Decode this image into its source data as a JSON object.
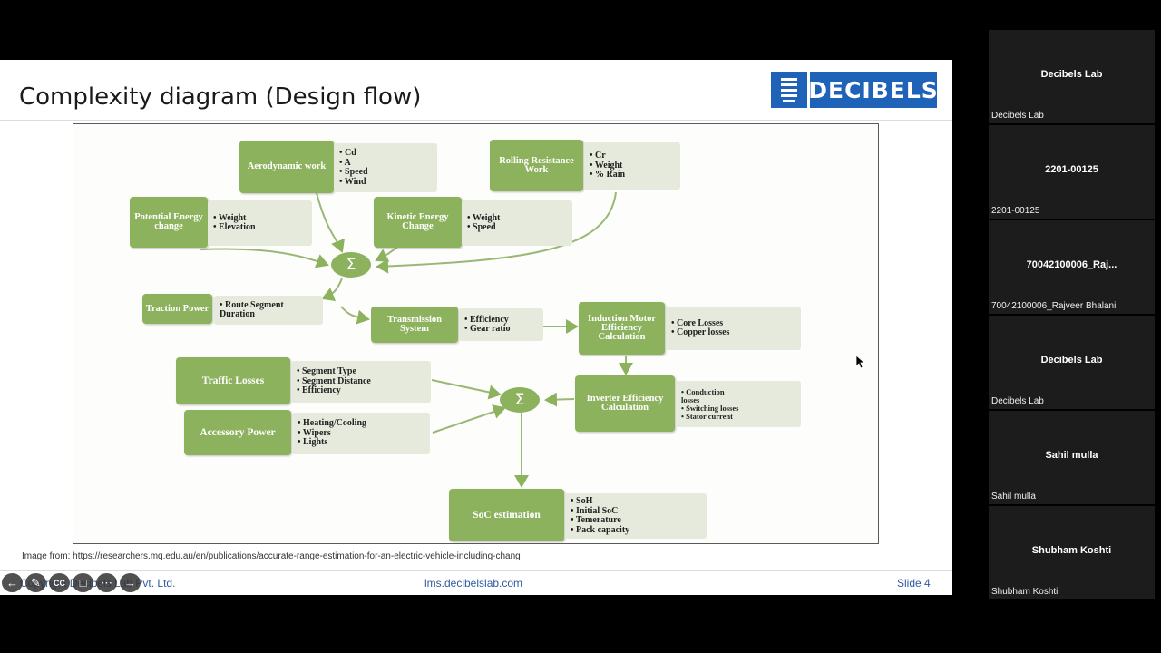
{
  "slide": {
    "title": "Complexity diagram (Design flow)",
    "logo_text": "DECIBELS",
    "caption": "Image from: https://researchers.mq.edu.au/en/publications/accurate-range-estimation-for-an-electric-vehicle-including-chang",
    "footer_left": "Copyright Decibels Lab Pvt. Ltd.",
    "footer_center": "lms.decibelslab.com",
    "footer_right": "Slide 4"
  },
  "diagram": {
    "sum_symbol": "Σ",
    "nodes": {
      "aerodynamic": "Aerodynamic work",
      "rolling": "Rolling Resistance Work",
      "potential": "Potential Energy change",
      "kinetic": "Kinetic Energy Change",
      "traction": "Traction Power",
      "transmission": "Transmission System",
      "motor": "Induction Motor Efficiency Calculation",
      "traffic": "Traffic Losses",
      "accessory": "Accessory Power",
      "inverter": "Inverter Efficiency Calculation",
      "soc": "SoC estimation"
    },
    "infos": {
      "aerodynamic": [
        "• Cd",
        "• A",
        "• Speed",
        "• Wind"
      ],
      "rolling": [
        "• Cr",
        "• Weight",
        "• % Rain"
      ],
      "potential": [
        "• Weight",
        "• Elevation"
      ],
      "kinetic": [
        "• Weight",
        "• Speed"
      ],
      "traction": [
        "• Route Segment",
        "  Duration"
      ],
      "transmission": [
        "• Efficiency",
        "• Gear ratio"
      ],
      "motor": [
        "• Core Losses",
        "• Copper losses"
      ],
      "traffic": [
        "• Segment Type",
        "• Segment Distance",
        "• Efficiency"
      ],
      "accessory": [
        "• Heating/Cooling",
        "• Wipers",
        "• Lights"
      ],
      "inverter": [
        "• Conduction",
        "  losses",
        "• Switching losses",
        "• Stator current"
      ],
      "soc": [
        "• SoH",
        "• Initial SoC",
        "• Temerature",
        "• Pack capacity"
      ]
    }
  },
  "participants": [
    {
      "name": "Decibels Lab",
      "label": "Decibels Lab"
    },
    {
      "name": "2201-00125",
      "label": "2201-00125"
    },
    {
      "name": "70042100006_Raj...",
      "label": "70042100006_Rajveer Bhalani"
    },
    {
      "name": "Decibels Lab",
      "label": "Decibels Lab"
    },
    {
      "name": "Sahil mulla",
      "label": "Sahil mulla"
    },
    {
      "name": "Shubham Koshti",
      "label": "Shubham Koshti"
    }
  ],
  "colors": {
    "node_green": "#8db25e",
    "info_grey": "#e6eadd",
    "brand_blue": "#1f63b8",
    "footer_blue": "#2f5aa0"
  },
  "icons": [
    "back-icon",
    "pen-icon",
    "cc-icon",
    "crop-icon",
    "more-icon",
    "forward-icon"
  ]
}
